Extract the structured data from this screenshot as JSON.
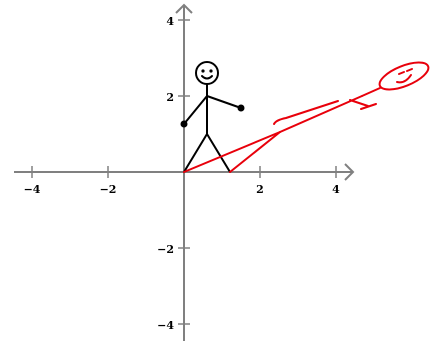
{
  "axes": {
    "x_ticks": [
      {
        "value": -4,
        "label": "−4"
      },
      {
        "value": -2,
        "label": "−2"
      },
      {
        "value": 2,
        "label": "2"
      },
      {
        "value": 4,
        "label": "4"
      }
    ],
    "y_ticks": [
      {
        "value": 4,
        "label": "4"
      },
      {
        "value": 2,
        "label": "2"
      },
      {
        "value": -2,
        "label": "−2"
      },
      {
        "value": -4,
        "label": "−4"
      }
    ],
    "axis_color": "#808080"
  },
  "figures": {
    "original": {
      "color": "#000000",
      "description_key": "stick-figure"
    },
    "transformed": {
      "color": "#e8000b",
      "description_key": "transformed-stick-figure"
    }
  }
}
